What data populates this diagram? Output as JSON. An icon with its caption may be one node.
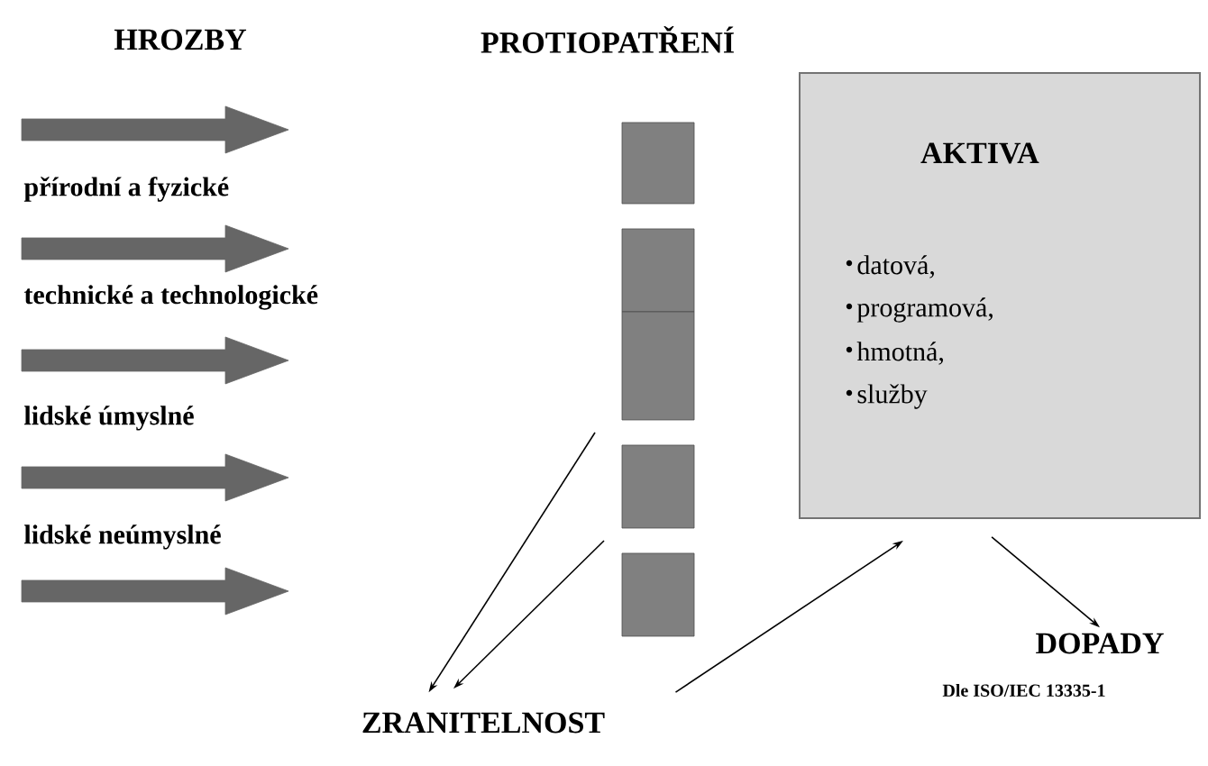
{
  "diagram": {
    "nodes": [
      {
        "text": [
          "AKTIVA",
          "datová,",
          "programová,",
          "hmotná,",
          "služby"
        ]
      },
      {
        "text": [
          "ZRANITELNOST"
        ]
      },
      {
        "text": [
          "DOPADY"
        ]
      },
      {
        "text": [],
        "shape": "box"
      },
      {
        "text": [],
        "shape": "box"
      },
      {
        "text": [],
        "shape": "box"
      },
      {
        "text": [],
        "shape": "box"
      },
      {
        "text": [],
        "shape": "box"
      }
    ],
    "edges": [
      {
        "from": null,
        "to": 1,
        "arrow": "to"
      },
      {
        "from": null,
        "to": 1,
        "arrow": "to"
      },
      {
        "from": 1,
        "to": 0,
        "arrow": "to"
      },
      {
        "from": 0,
        "to": 2,
        "arrow": "to"
      }
    ],
    "labels": [
      "HROZBY",
      "PROTIOPATŘENÍ",
      "přírodní a fyzické",
      "technické a technologické",
      "lidské úmyslné",
      "lidské neúmyslné",
      "Dle ISO/IEC 13335-1"
    ]
  }
}
